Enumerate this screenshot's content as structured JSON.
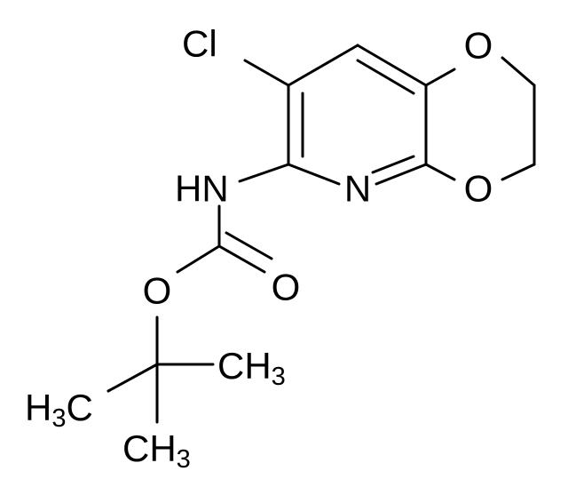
{
  "atoms": {
    "cl": "Cl",
    "o_top": "O",
    "o_bottom": "O",
    "n_ring": "N",
    "hn": "HN",
    "o_carbonyl": "O",
    "o_ester": "O",
    "ch3_right": {
      "main": "CH",
      "sub": "3"
    },
    "h3c_left": {
      "h": "H",
      "sub": "3",
      "c": "C"
    },
    "ch3_bottom": {
      "main": "CH",
      "sub": "3"
    }
  },
  "colors": {
    "ink": "#000000",
    "background": "#ffffff"
  }
}
